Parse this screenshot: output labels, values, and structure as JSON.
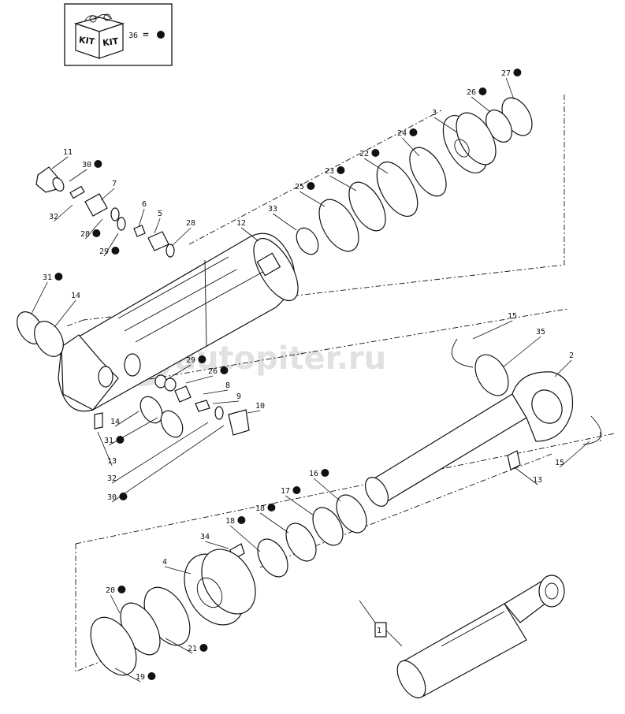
{
  "kit_legend": {
    "box_text_1": "KIT",
    "box_text_2": "KIT",
    "ref_number": "36",
    "equals": "="
  },
  "watermark": "autopiter.ru",
  "bullet_color": "#111111",
  "callouts": [
    {
      "id": "c27a",
      "text": "27",
      "bullet": true
    },
    {
      "id": "c26a",
      "text": "26",
      "bullet": true
    },
    {
      "id": "c3",
      "text": "3",
      "bullet": false
    },
    {
      "id": "c24",
      "text": "24",
      "bullet": true
    },
    {
      "id": "c22",
      "text": "22",
      "bullet": true
    },
    {
      "id": "c23",
      "text": "23",
      "bullet": true
    },
    {
      "id": "c25",
      "text": "25",
      "bullet": true
    },
    {
      "id": "c33",
      "text": "33",
      "bullet": false
    },
    {
      "id": "c11",
      "text": "11",
      "bullet": false
    },
    {
      "id": "c30a",
      "text": "30",
      "bullet": true
    },
    {
      "id": "c7",
      "text": "7",
      "bullet": false
    },
    {
      "id": "c32a",
      "text": "32",
      "bullet": false
    },
    {
      "id": "c28a",
      "text": "28",
      "bullet": true
    },
    {
      "id": "c29a",
      "text": "29",
      "bullet": true
    },
    {
      "id": "c6",
      "text": "6",
      "bullet": false
    },
    {
      "id": "c5",
      "text": "5",
      "bullet": false
    },
    {
      "id": "c28b",
      "text": "28",
      "bullet": false
    },
    {
      "id": "c12",
      "text": "12",
      "bullet": false
    },
    {
      "id": "c31a",
      "text": "31",
      "bullet": true
    },
    {
      "id": "c14a",
      "text": "14",
      "bullet": false
    },
    {
      "id": "c29b",
      "text": "29",
      "bullet": true
    },
    {
      "id": "c26b",
      "text": "26",
      "bullet": true
    },
    {
      "id": "c8",
      "text": "8",
      "bullet": false
    },
    {
      "id": "c9",
      "text": "9",
      "bullet": false
    },
    {
      "id": "c10",
      "text": "10",
      "bullet": false
    },
    {
      "id": "c14b",
      "text": "14",
      "bullet": false
    },
    {
      "id": "c31b",
      "text": "31",
      "bullet": true
    },
    {
      "id": "c13a",
      "text": "13",
      "bullet": false
    },
    {
      "id": "c32b",
      "text": "32",
      "bullet": false
    },
    {
      "id": "c30b",
      "text": "30",
      "bullet": true
    },
    {
      "id": "c15a",
      "text": "15",
      "bullet": false
    },
    {
      "id": "c35",
      "text": "35",
      "bullet": false
    },
    {
      "id": "c2",
      "text": "2",
      "bullet": false
    },
    {
      "id": "c15b",
      "text": "15",
      "bullet": false
    },
    {
      "id": "c13b",
      "text": "13",
      "bullet": false
    },
    {
      "id": "c16",
      "text": "16",
      "bullet": true
    },
    {
      "id": "c17",
      "text": "17",
      "bullet": true
    },
    {
      "id": "c18a",
      "text": "18",
      "bullet": true
    },
    {
      "id": "c18b",
      "text": "18",
      "bullet": true
    },
    {
      "id": "c34",
      "text": "34",
      "bullet": false
    },
    {
      "id": "c4",
      "text": "4",
      "bullet": false
    },
    {
      "id": "c20",
      "text": "20",
      "bullet": true
    },
    {
      "id": "c21",
      "text": "21",
      "bullet": true
    },
    {
      "id": "c19",
      "text": "19",
      "bullet": true
    },
    {
      "id": "c1",
      "text": "1",
      "bullet": false
    }
  ]
}
